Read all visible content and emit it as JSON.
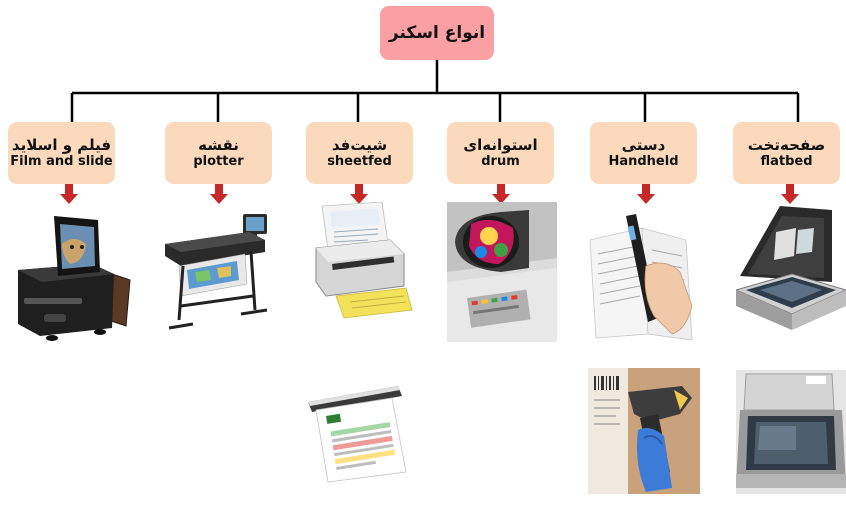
{
  "root": {
    "label": "انواع اسکنر"
  },
  "colors": {
    "root_fill": "#fa9fa2",
    "category_fill": "#fbd9bd",
    "arrow": "#c62828",
    "connector": "#000000"
  },
  "categories": [
    {
      "fa": "فیلم و اسلاید",
      "en": "Film and slide"
    },
    {
      "fa": "نقشه",
      "en": "plotter"
    },
    {
      "fa": "شیت‌فد",
      "en": "sheetfed"
    },
    {
      "fa": "استوانه‌ای",
      "en": "drum"
    },
    {
      "fa": "دستی",
      "en": "Handheld"
    },
    {
      "fa": "صفحه‌تخت",
      "en": "flatbed"
    }
  ],
  "images": [
    {
      "category": "Film and slide",
      "subject": "film-slide-scanner"
    },
    {
      "category": "plotter",
      "subject": "plotter-scanner"
    },
    {
      "category": "sheetfed",
      "subject": "sheetfed-scanner"
    },
    {
      "category": "drum",
      "subject": "drum-scanner"
    },
    {
      "category": "Handheld",
      "subject": "handheld-pen-scanner"
    },
    {
      "category": "flatbed",
      "subject": "flatbed-scanner"
    },
    {
      "category": "sheetfed",
      "subject": "portable-sheetfed-scanner"
    },
    {
      "category": "Handheld",
      "subject": "barcode-scanner"
    },
    {
      "category": "flatbed",
      "subject": "flatbed-scanner-open"
    }
  ]
}
